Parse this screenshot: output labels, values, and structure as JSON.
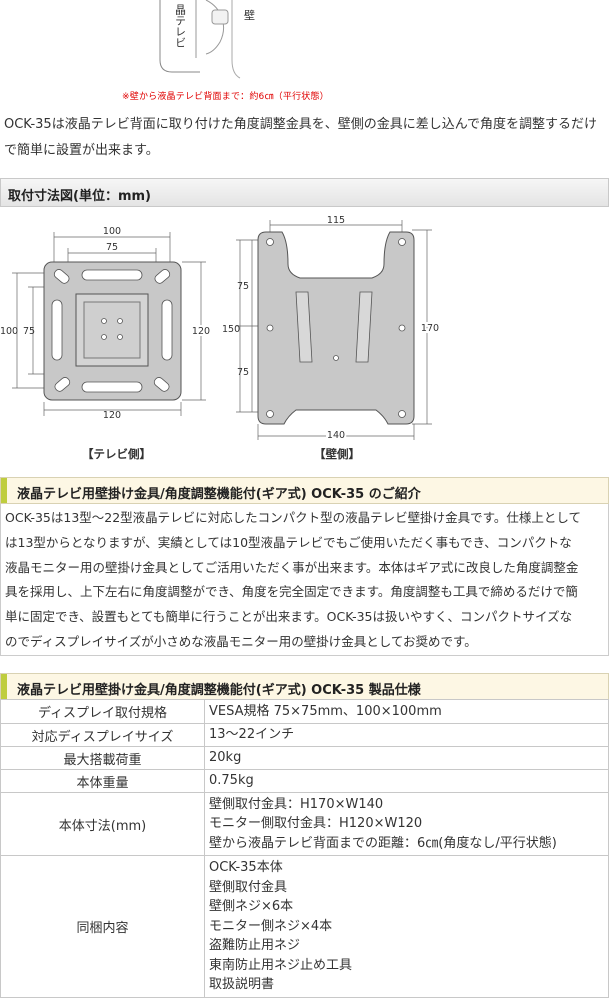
{
  "top_illustration": {
    "tv_label": "晶テレビ",
    "wall_label": "壁",
    "caution": "※壁から液晶テレビ背面まで：約6㎝（平行状態）"
  },
  "intro_text": "OCK-35は液晶テレビ背面に取り付けた角度調整金具を、壁側の金具に差し込んで角度を調整するだけで簡単に設置が出来ます。",
  "dimension_section": {
    "title": "取付寸法図(単位：mm)",
    "tv_side": {
      "caption": "【テレビ側】",
      "top_outer": "100",
      "top_inner": "75",
      "left_outer": "100",
      "left_inner": "75",
      "right": "120",
      "bottom": "120"
    },
    "wall_side": {
      "caption": "【壁側】",
      "top": "115",
      "left_upper": "75",
      "left_lower": "75",
      "left_total": "150",
      "right": "170",
      "bottom": "140"
    }
  },
  "feature": {
    "title": "液晶テレビ用壁掛け金具/角度調整機能付(ギア式) OCK-35 のご紹介",
    "lines": [
      "OCK-35は13型～22型液晶テレビに対応したコンパクト型の液晶テレビ壁掛け金具です。仕様上として",
      "は13型からとなりますが、実績としては10型液晶テレビでもご使用いただく事もでき、コンパクトな",
      "液晶モニター用の壁掛け金具としてご活用いただく事が出来ます。本体はギア式に改良した角度調整金",
      "具を採用し、上下左右に角度調整ができ、角度を完全固定できます。角度調整も工具で締めるだけで簡",
      "単に固定でき、設置もとても簡単に行うことが出来ます。OCK-35は扱いやすく、コンパクトサイズな",
      "のでディスプレイサイズが小さめな液晶モニター用の壁掛け金具としてお奨めです。"
    ]
  },
  "spec": {
    "title": "液晶テレビ用壁掛け金具/角度調整機能付(ギア式) OCK-35 製品仕様",
    "rows": [
      {
        "label": "ディスプレイ取付規格",
        "values": [
          "VESA規格 75×75mm、100×100mm"
        ]
      },
      {
        "label": "対応ディスプレイサイズ",
        "values": [
          "13～22インチ"
        ]
      },
      {
        "label": "最大搭載荷重",
        "values": [
          "20kg"
        ]
      },
      {
        "label": "本体重量",
        "values": [
          "0.75kg"
        ]
      },
      {
        "label": "本体寸法(mm)",
        "values": [
          "壁側取付金具：H170×W140",
          "モニター側取付金具：H120×W120",
          "壁から液晶テレビ背面までの距離：6㎝(角度なし/平行状態)"
        ]
      },
      {
        "label": "同梱内容",
        "values": [
          "OCK-35本体",
          "壁側取付金具",
          "壁側ネジ×6本",
          "モニター側ネジ×4本",
          "盗難防止用ネジ",
          "東南防止用ネジ止め工具",
          "取扱説明書"
        ]
      }
    ]
  }
}
